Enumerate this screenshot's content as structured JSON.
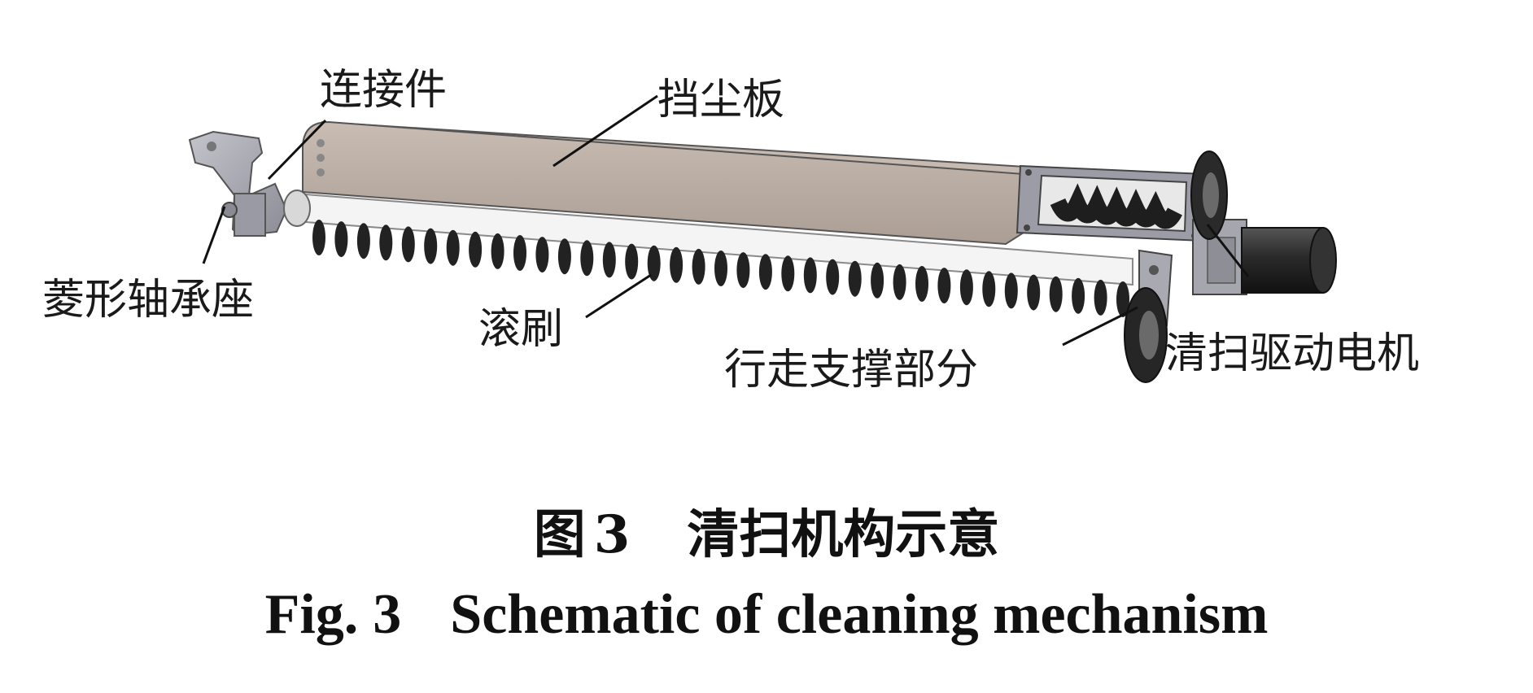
{
  "labels": {
    "connector": "连接件",
    "dust_plate": "挡尘板",
    "bearing_seat": "菱形轴承座",
    "roller_brush": "滚刷",
    "walking_support": "行走支撑部分",
    "drive_motor": "清扫驱动电机"
  },
  "caption": {
    "cn_prefix": "图",
    "cn_number": "3",
    "cn_title": "清扫机构示意",
    "en_prefix": "Fig.",
    "en_number": "3",
    "en_title": "Schematic of cleaning mechanism"
  },
  "colors": {
    "plate": "#b9aca2",
    "metal": "#a3a3ad",
    "bristle": "#222222",
    "motor": "#2c2c2c",
    "roller": "#f4f4f4"
  }
}
